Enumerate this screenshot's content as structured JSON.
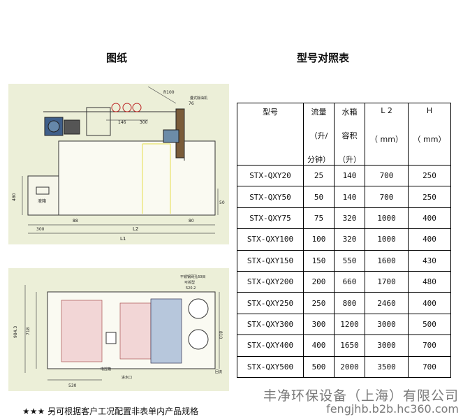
{
  "titles": {
    "drawing": "图纸",
    "table": "型号对照表"
  },
  "drawing_labels": {
    "top": [
      "R100",
      "146",
      "300",
      "76",
      "叠式除油机",
      "480",
      "300",
      "88",
      "L2",
      "80",
      "L1",
      "50",
      "液箱"
    ],
    "bottom": [
      "984.3",
      "718",
      "530",
      "810",
      "不锈钢网孔60目",
      "可拆型",
      "520.2",
      "电控箱",
      "进水口",
      "回流"
    ]
  },
  "table": {
    "headers": [
      {
        "top": "型号",
        "bottom": ""
      },
      {
        "top": "流量",
        "mid": "（升/",
        "bottom": "分钟）"
      },
      {
        "top": "水箱",
        "mid": "容积",
        "bottom": "（升）"
      },
      {
        "top": "L 2",
        "mid": "（ mm）",
        "bottom": ""
      },
      {
        "top": "H",
        "mid": "（ mm）",
        "bottom": ""
      }
    ],
    "rows": [
      [
        "STX-QXY20",
        "25",
        "140",
        "700",
        "250"
      ],
      [
        "STX-QXY50",
        "50",
        "140",
        "700",
        "250"
      ],
      [
        "STX-QXY75",
        "75",
        "320",
        "1000",
        "400"
      ],
      [
        "STX-QXY100",
        "100",
        "320",
        "1000",
        "400"
      ],
      [
        "STX-QXY150",
        "150",
        "550",
        "1600",
        "430"
      ],
      [
        "STX-QXY200",
        "200",
        "660",
        "1700",
        "480"
      ],
      [
        "STX-QXY250",
        "250",
        "800",
        "2460",
        "400"
      ],
      [
        "STX-QXY300",
        "300",
        "1200",
        "3000",
        "500"
      ],
      [
        "STX-QXY400",
        "400",
        "1650",
        "3000",
        "700"
      ],
      [
        "STX-QXY500",
        "500",
        "2000",
        "3500",
        "700"
      ]
    ]
  },
  "footer": {
    "note": "★★★ 另可根据客户工况配置非表单内产品规格",
    "company": "丰净环保设备（上海）有限公司",
    "website": "fengjhb.b2b.hc360.com"
  },
  "colors": {
    "panel": "#ecefd8",
    "watermark": "#7a7a7a",
    "highlight": "#e8e26a"
  }
}
